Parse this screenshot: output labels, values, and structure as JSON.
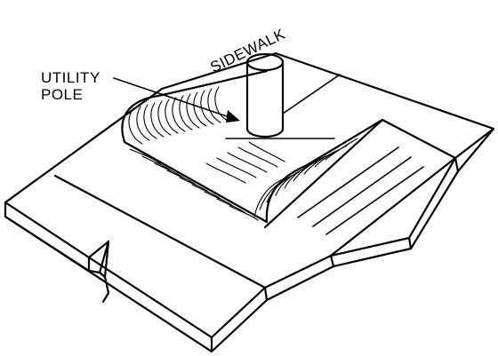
{
  "labels": {
    "sidewalk": "SIDEWALK",
    "utility_pole_line1": "UTILITY",
    "utility_pole_line2": "POLE"
  }
}
